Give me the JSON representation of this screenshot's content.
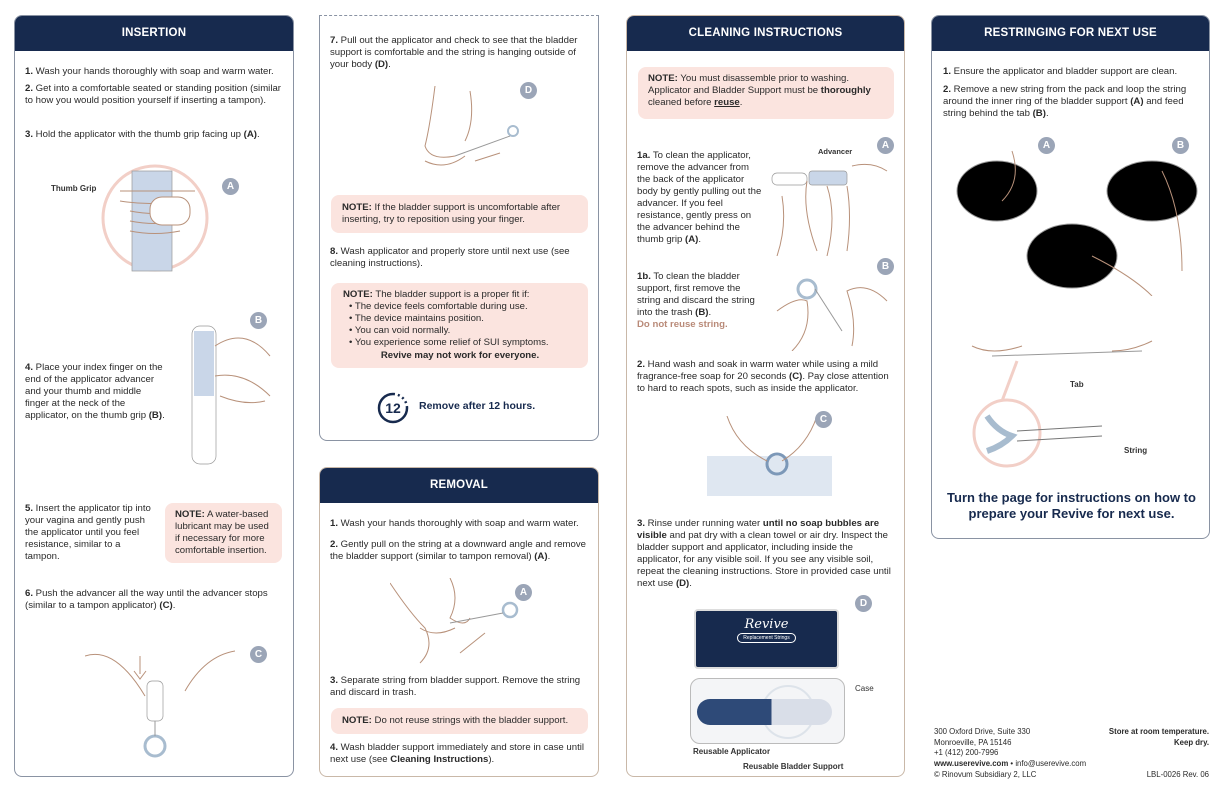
{
  "insertion": {
    "title": "INSERTION",
    "s1": {
      "num": "1.",
      "text": " Wash your hands thoroughly with soap and warm water."
    },
    "s2": {
      "num": "2.",
      "text": " Get into a comfortable seated or standing position (similar to how you would position yourself if inserting a tampon)."
    },
    "s3": {
      "num": "3.",
      "text": " Hold the applicator with the thumb grip facing up ",
      "ref": "(A)",
      "end": "."
    },
    "thumb_grip_label": "Thumb Grip",
    "s4": {
      "num": "4.",
      "text": " Place your index finger on the end of the applicator advancer and your thumb and middle finger at the neck of the applicator, on the thumb grip ",
      "ref": "(B)",
      "end": "."
    },
    "s5": {
      "num": "5.",
      "text": " Insert the applicator tip into your vagina and gently push the applicator until you feel resistance, similar to a tampon."
    },
    "note": {
      "label": "NOTE:",
      "text": " A water-based lubricant may be used if necessary for more comfortable insertion."
    },
    "s6": {
      "num": "6.",
      "text": " Push the advancer all the way until the advancer stops (similar to a tampon applicator) ",
      "ref": "(C)",
      "end": "."
    },
    "badges": [
      "A",
      "B",
      "C"
    ]
  },
  "step7": {
    "s7": {
      "num": "7.",
      "text": " Pull out the applicator and check to see that the bladder support is comfortable and the string is hanging outside of your body ",
      "ref": "(D)",
      "end": "."
    },
    "badge": "D",
    "note1": {
      "label": "NOTE:",
      "text": " If the bladder support is uncomfortable after inserting, try to reposition using your finger."
    },
    "s8": {
      "num": "8.",
      "text": " Wash applicator and properly store until next use (see cleaning instructions)."
    },
    "note2": {
      "label": "NOTE:",
      "text": " The bladder support is a proper fit if:",
      "bullets": [
        "The device feels comfortable during use.",
        "The device maintains position.",
        "You can void normally.",
        "You experience some relief of SUI symptoms."
      ],
      "footer": "Revive may not work for everyone."
    },
    "timer": {
      "number": "12",
      "text": "Remove after 12 hours."
    }
  },
  "removal": {
    "title": "REMOVAL",
    "s1": {
      "num": "1.",
      "text": " Wash your hands thoroughly with soap and warm water."
    },
    "s2": {
      "num": "2.",
      "text": " Gently pull on the string at a downward angle and remove the bladder support (similar to tampon removal) ",
      "ref": "(A)",
      "end": "."
    },
    "badge": "A",
    "s3": {
      "num": "3.",
      "text": " Separate string from bladder support. Remove the string and discard in trash."
    },
    "note": {
      "label": "NOTE:",
      "text": " Do not reuse strings with the bladder support."
    },
    "s4": {
      "num": "4.",
      "text": " Wash bladder support immediately and store in case until next use (see ",
      "ref": "Cleaning Instructions",
      "end": ")."
    }
  },
  "cleaning": {
    "title": "CLEANING INSTRUCTIONS",
    "note": {
      "label": "NOTE:",
      "text1": " You must disassemble prior to washing. Applicator and Bladder Support must be ",
      "bold": "thoroughly",
      "text2": " cleaned before ",
      "underline": "reuse",
      "end": "."
    },
    "s1a": {
      "num": "1a.",
      "text": " To clean the applicator, remove the advancer from the back of the applicator body by gently pulling out the advancer. If you feel resistance, gently press on the advancer behind the thumb grip ",
      "ref": "(A)",
      "end": "."
    },
    "advancer_label": "Advancer",
    "s1b": {
      "num": "1b.",
      "text": " To clean the bladder support, first remove the string and discard the string into the trash ",
      "ref": "(B)",
      "end": ".",
      "warning": "Do not reuse string."
    },
    "s2": {
      "num": "2.",
      "text": " Hand wash and soak in warm water while using a mild fragrance-free soap for 20 seconds ",
      "ref": "(C)",
      "end": ". Pay close attention to hard to reach spots, such as inside the applicator."
    },
    "s3": {
      "num": "3.",
      "text": " Rinse under running water ",
      "bold": "until no soap bubbles are visible",
      "text2": " and pat dry with a clean towel or air dry. Inspect the bladder support and applicator, including inside the applicator, for any visible soil. If you see any visible soil, repeat the cleaning instructions. Store in provided case until next use ",
      "ref": "(D)",
      "end": "."
    },
    "badges": [
      "A",
      "B",
      "C",
      "D"
    ],
    "case": {
      "brand": "Revive",
      "pill": "Replacement Strings",
      "label": "Case",
      "applicator_label": "Reusable Applicator",
      "support_label": "Reusable Bladder Support"
    }
  },
  "restringing": {
    "title": "RESTRINGING FOR NEXT USE",
    "s1": {
      "num": "1.",
      "text": " Ensure the applicator and bladder support are clean."
    },
    "s2": {
      "num": "2.",
      "text": " Remove a new string from the pack and loop the string around the inner ring of the bladder support ",
      "ref": "(A)",
      "mid": " and feed string behind the tab ",
      "ref2": "(B)",
      "end": "."
    },
    "badges": [
      "A",
      "B"
    ],
    "tab_label": "Tab",
    "string_label": "String",
    "turn_page": "Turn the page for instructions on how to prepare your Revive for next use."
  },
  "footer": {
    "address1": "300 Oxford Drive, Suite 330",
    "address2": "Monroeville, PA 15146",
    "phone": "+1 (412) 200-7996",
    "website": "www.userevive.com",
    "separator": " • ",
    "email": "info@userevive.com",
    "storage1": "Store at room temperature.",
    "storage2": "Keep dry.",
    "copyright": "© Rinovum Subsidiary 2, LLC",
    "doc_id": "LBL-0026 Rev. 06"
  },
  "colors": {
    "navy": "#172a4e",
    "note_pink": "#fbe4df",
    "badge": "#9ba5b7",
    "accent_tan": "#b98a78"
  }
}
